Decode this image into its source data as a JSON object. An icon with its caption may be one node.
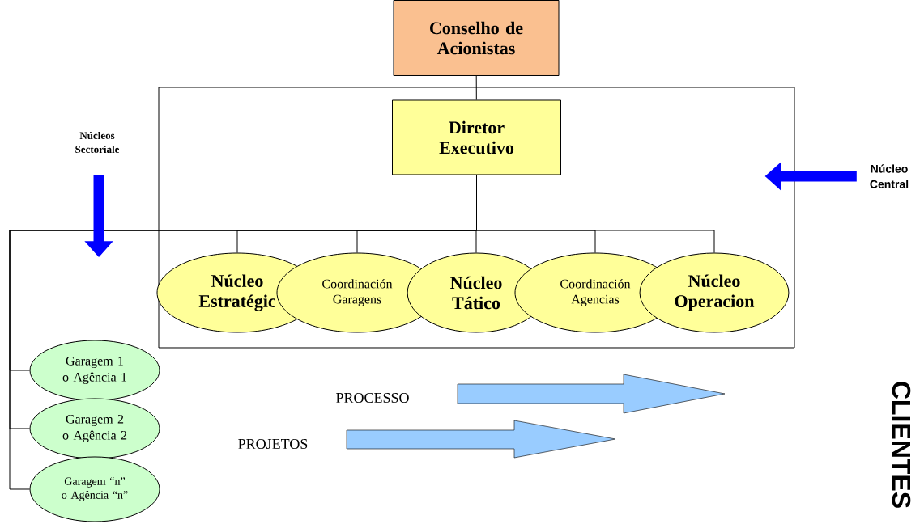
{
  "diagram": {
    "nodes": [
      {
        "text": [
          "Conselho de Acionistas"
        ]
      },
      {
        "text": [],
        "shape": "box"
      },
      {
        "text": [
          "Diretor Executivo"
        ],
        "in": 1
      },
      {
        "text": [
          "Núcleo Estratégic"
        ],
        "in": 1
      },
      {
        "text": [
          "Coordinación Garagens"
        ],
        "in": 1
      },
      {
        "text": [
          "Núcleo Tático"
        ],
        "in": 1
      },
      {
        "text": [
          "Coordinación Agencias"
        ],
        "in": 1
      },
      {
        "text": [
          "Núcleo Operacion"
        ],
        "in": 1
      },
      {
        "text": [
          "Garagem 1 o Agência 1"
        ]
      },
      {
        "text": [
          "Garagem 2 o Agência 2"
        ]
      },
      {
        "text": [
          "Garagem “n” o Agência “n”"
        ]
      },
      {
        "text": [
          "Núcleo Central"
        ]
      },
      {
        "text": [
          "Núcleos Sectoriale"
        ]
      }
    ],
    "edges": [
      {
        "from": 0,
        "to": 2,
        "arrow": "none"
      },
      {
        "from": 2,
        "to": 3,
        "arrow": "none"
      },
      {
        "from": 2,
        "to": 4,
        "arrow": "none"
      },
      {
        "from": 2,
        "to": 5,
        "arrow": "none"
      },
      {
        "from": 2,
        "to": 6,
        "arrow": "none"
      },
      {
        "from": 2,
        "to": 7,
        "arrow": "none"
      },
      {
        "from": 2,
        "to": 8,
        "arrow": "none"
      },
      {
        "from": 2,
        "to": 9,
        "arrow": "none"
      },
      {
        "from": 2,
        "to": 10,
        "arrow": "none"
      },
      {
        "from": 11,
        "to": 1,
        "arrow": "to",
        "style": "thick",
        "color": "#0000ff"
      },
      {
        "from": 12,
        "to": null,
        "arrow": "to",
        "style": "thick",
        "color": "#0000ff"
      }
    ],
    "labels": [
      "PROCESSO",
      "PROJETOS",
      "CLIENTES"
    ]
  }
}
